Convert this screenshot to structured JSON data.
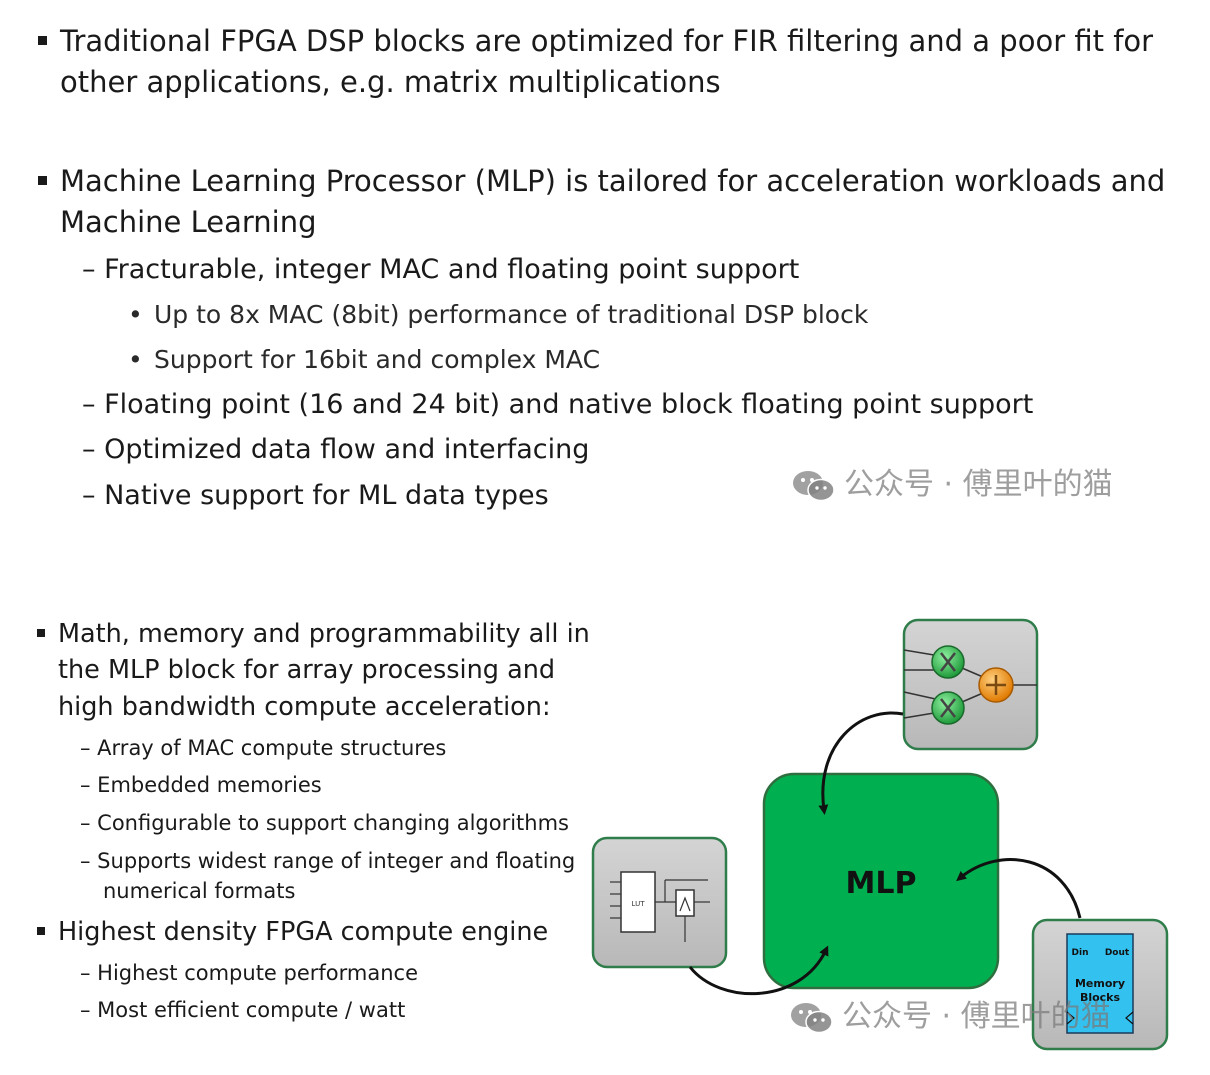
{
  "top_section": {
    "bullet1": "Traditional FPGA DSP blocks are optimized for FIR filtering and a poor fit for other applications, e.g. matrix multiplications",
    "bullet1_line1": "Traditional FPGA DSP blocks are optimized for FIR filtering and a poor fit for",
    "bullet1_line2": "other applications, e.g. matrix multiplications",
    "bullet2_line1": "Machine Learning Processor (MLP) is tailored for acceleration workloads and",
    "bullet2_line2": "Machine Learning",
    "sub1": "– Fracturable, integer MAC and floating point support",
    "sub1_items": [
      "Up to 8x MAC (8bit) performance of traditional DSP block",
      "Support for 16bit and complex MAC"
    ],
    "sub2": "– Floating point (16 and 24 bit) and native block floating point support",
    "sub3": "– Optimized data flow and interfacing",
    "sub4": "– Native support for ML data types"
  },
  "bottom_section": {
    "bullet1_line1": "Math, memory and programmability all in",
    "bullet1_line2": "the MLP block for array processing and",
    "bullet1_line3": "high bandwidth compute acceleration:",
    "bullet1_subs": [
      "– Array of MAC compute structures",
      "– Embedded memories",
      "– Configurable to support changing algorithms",
      "– Supports widest range of integer and floating",
      "numerical formats"
    ],
    "bullet2": "Highest density FPGA compute engine",
    "bullet2_subs": [
      "– Highest compute performance",
      "– Most efficient compute / watt"
    ]
  },
  "diagram": {
    "center_label": "MLP",
    "lut_label": "LUT",
    "memory_label_line1": "Memory",
    "memory_label_line2": "Blocks",
    "din_label": "Din",
    "dout_label": "Dout",
    "colors": {
      "mlp_fill": "#00b050",
      "tile_fill": "#c8c8c8",
      "tile_border": "#2f7d4a",
      "memory_fill": "#33c1f0",
      "mult_green": "#2fb24a",
      "adder_orange": "#f08a10"
    }
  },
  "watermark": {
    "text": "公众号 · 傅里叶的猫",
    "icon": "wechat-icon"
  }
}
